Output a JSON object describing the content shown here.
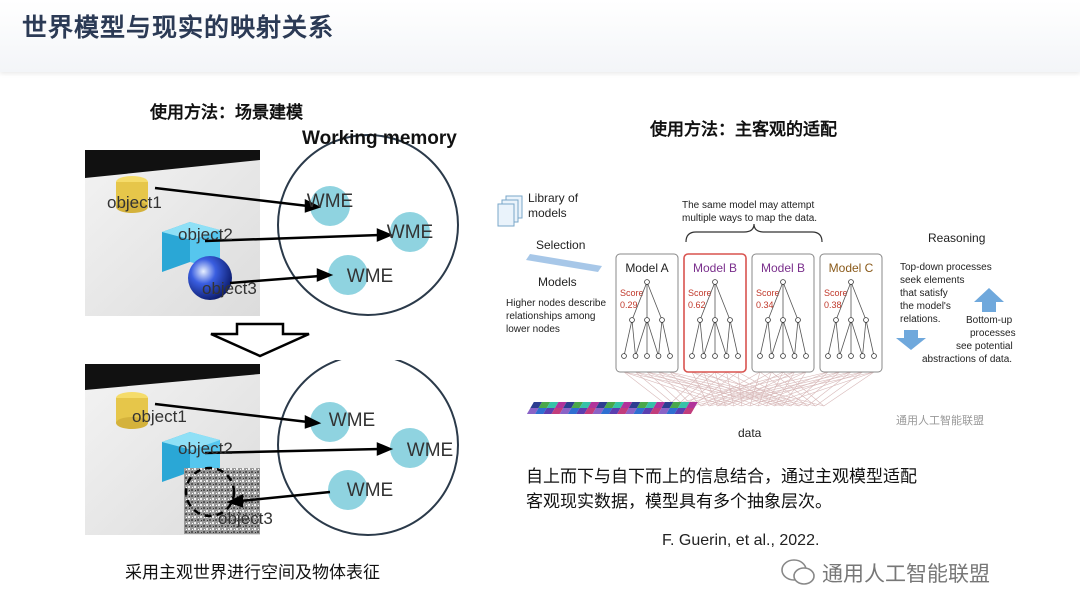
{
  "page": {
    "title": "世界模型与现实的映射关系",
    "left_header": "使用方法：场景建模",
    "right_header": "使用方法：主客观的适配",
    "working_memory": "Working memory",
    "left_caption": "采用主观世界进行空间及物体表征",
    "right_text_line1": "自上而下与自下而上的信息结合，通过主观模型适配",
    "right_text_line2": "客观现实数据，模型具有多个抽象层次。",
    "reference": "F. Guerin, et al., 2022.",
    "watermark": "通用人工智能联盟"
  },
  "scene_top": {
    "objects": [
      "object1",
      "object2",
      "object3"
    ],
    "wme": [
      "WME",
      "WME",
      "WME"
    ]
  },
  "scene_bottom": {
    "objects": [
      "object1",
      "object2",
      "object3"
    ],
    "wme": [
      "WME",
      "WME",
      "WME"
    ]
  },
  "figure": {
    "library": "Library of models",
    "library_line1": "Library of",
    "library_line2": "models",
    "selection": "Selection",
    "models_label": "Models",
    "models_desc": [
      "Higher nodes describe",
      "relationships among",
      "lower nodes"
    ],
    "same_model_note": [
      "The same model may attempt",
      "multiple ways to map the data."
    ],
    "reasoning": "Reasoning",
    "topdown": [
      "Top-down processes",
      "seek elements",
      "that satisfy",
      "the model's",
      "relations."
    ],
    "bottomup": [
      "Bottom-up",
      "processes",
      "see potential",
      "abstractions of data."
    ],
    "score_label": "Score",
    "models": [
      {
        "name": "Model A",
        "score": "0.29",
        "color": "#222222"
      },
      {
        "name": "Model B",
        "score": "0.62",
        "color": "#7a2f8c"
      },
      {
        "name": "Model B",
        "score": "0.34",
        "color": "#7a2f8c"
      },
      {
        "name": "Model C",
        "score": "0.38",
        "color": "#8a5a1a"
      }
    ],
    "data_label": "data",
    "watermark_small": "通用人工智能联盟"
  },
  "colors": {
    "title": "#2b3a55",
    "wme_circle": "#8fd3e0",
    "score": "#c0392b",
    "model_b_border": "#d9534f",
    "arrow_blue": "#6fa8dc"
  }
}
